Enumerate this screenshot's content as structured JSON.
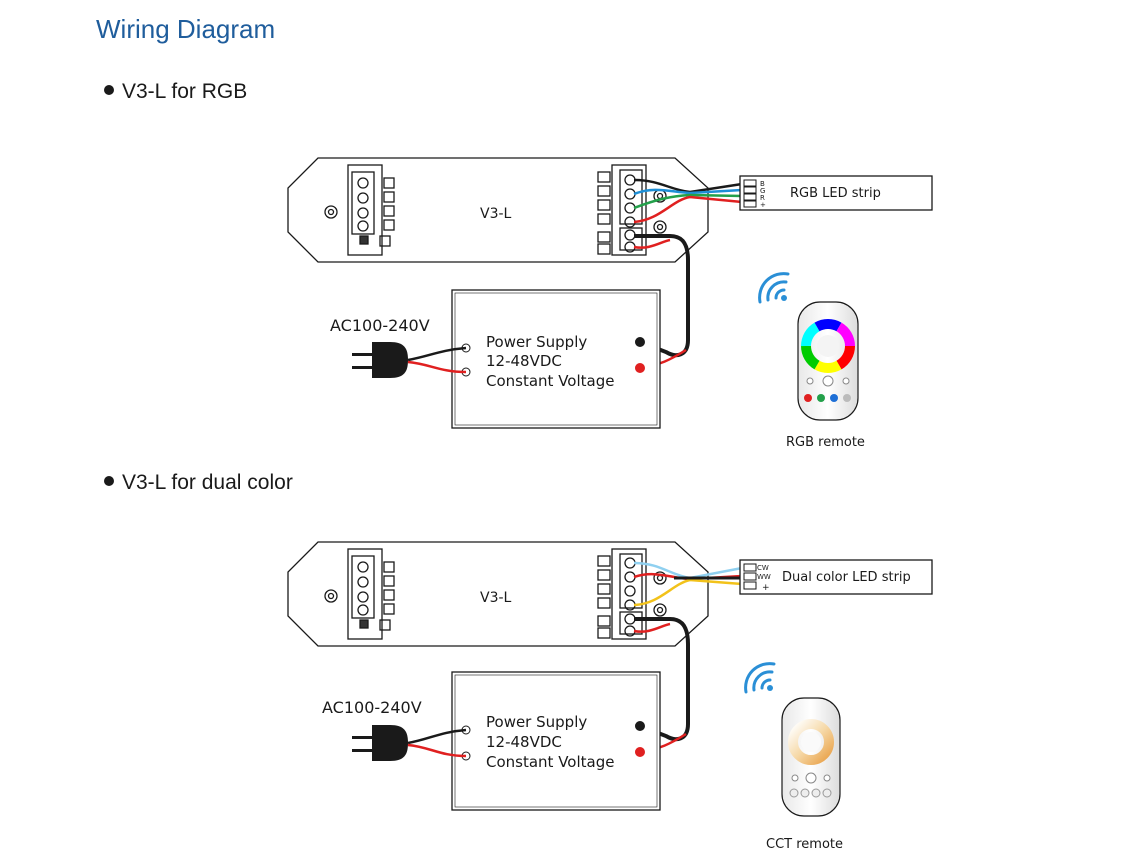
{
  "title": "Wiring Diagram",
  "sections": [
    {
      "heading": "V3-L for RGB",
      "controller_label": "V3-L",
      "ac_label": "AC100-240V",
      "psu_lines": [
        "Power Supply",
        "12-48VDC",
        "Constant Voltage"
      ],
      "strip_label": "RGB LED strip",
      "strip_pins": [
        "B",
        "G",
        "R",
        "+"
      ],
      "remote_label": "RGB remote"
    },
    {
      "heading": "V3-L for dual color",
      "controller_label": "V3-L",
      "ac_label": "AC100-240V",
      "psu_lines": [
        "Power Supply",
        "12-48VDC",
        "Constant Voltage"
      ],
      "strip_label": "Dual color LED strip",
      "strip_pins": [
        "CW",
        "WW",
        "+"
      ],
      "remote_label": "CCT remote"
    }
  ],
  "colors": {
    "title": "#1f5d9c",
    "wire_black": "#1a1a1a",
    "wire_red": "#e02020",
    "wire_blue": "#1e8fd6",
    "wire_green": "#23a04a",
    "wire_lightblue": "#8fd0f0",
    "wire_yellow": "#f2c21a",
    "signal": "#2a8fd6"
  }
}
